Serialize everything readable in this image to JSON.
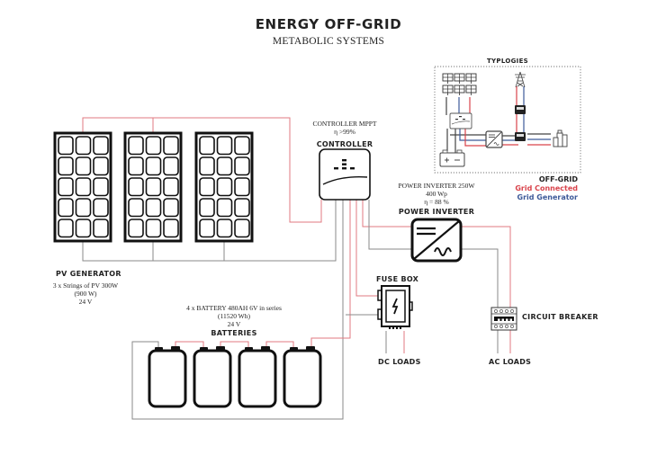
{
  "header": {
    "title": "ENERGY OFF-GRID",
    "subtitle": "METABOLIC SYSTEMS"
  },
  "typologies": {
    "title": "TYPLOGIES",
    "legend": [
      {
        "label": "OFF-GRID",
        "color": "#222222"
      },
      {
        "label": "Grid Connected",
        "color": "#d9434b"
      },
      {
        "label": "Grid Generator",
        "color": "#3d5a99"
      }
    ]
  },
  "controller": {
    "spec_title": "CONTROLLER MPPT",
    "spec_eff": "η >99%",
    "label": "CONTROLLER"
  },
  "inverter": {
    "spec_title": "POWER INVERTER 250W",
    "spec_power": "400 Wp",
    "spec_eff": "η = 88 %",
    "label": "POWER INVERTER"
  },
  "pv": {
    "label": "PV GENERATOR",
    "spec_line1": "3 x Strings of PV 300W",
    "spec_line2": "(900 W)",
    "spec_line3": "24 V",
    "panel_count": 3
  },
  "batteries": {
    "spec_line1": "4 x BATTERY 480AH 6V in series",
    "spec_line2": "(11520 Wh)",
    "spec_line3": "24 V",
    "label": "BATTERIES",
    "count": 4
  },
  "fuse_box": {
    "label": "FUSE BOX"
  },
  "dc_loads": {
    "label": "DC LOADS"
  },
  "circuit_breaker": {
    "label": "CIRCUIT BREAKER"
  },
  "ac_loads": {
    "label": "AC LOADS"
  },
  "colors": {
    "positive_wire": "#e07a80",
    "negative_wire": "#8a8a8a",
    "outline": "#111111",
    "grid_red": "#d9434b",
    "grid_blue": "#3d5a99"
  }
}
